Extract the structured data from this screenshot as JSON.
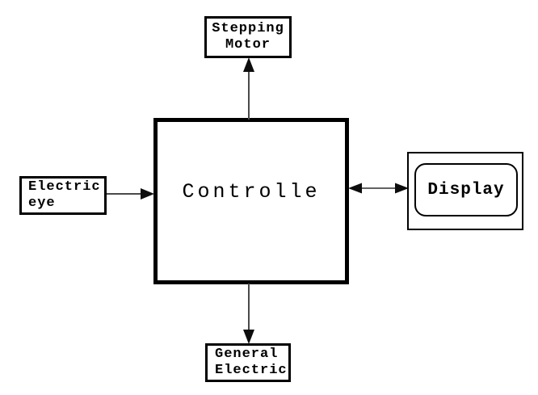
{
  "diagram": {
    "nodes": {
      "stepping_motor": {
        "line1": "Stepping",
        "line2": "Motor"
      },
      "electric_eye": {
        "line1": "Electric",
        "line2": "eye"
      },
      "controller": {
        "label": "Controlle"
      },
      "display": {
        "label": "Display"
      },
      "general_electric": {
        "line1": "General",
        "line2": "Electric"
      }
    },
    "edges": [
      {
        "from": "controller",
        "to": "stepping_motor",
        "direction": "up",
        "bidirectional": false
      },
      {
        "from": "electric_eye",
        "to": "controller",
        "direction": "right",
        "bidirectional": false
      },
      {
        "from": "controller",
        "to": "display",
        "direction": "right",
        "bidirectional": true
      },
      {
        "from": "controller",
        "to": "general_electric",
        "direction": "down",
        "bidirectional": false
      }
    ],
    "colors": {
      "background": "#ffffff",
      "box_border": "#000000",
      "arrow_line": "#4a4a4a",
      "arrow_head": "#0d0d0d",
      "text": "#000000"
    }
  }
}
